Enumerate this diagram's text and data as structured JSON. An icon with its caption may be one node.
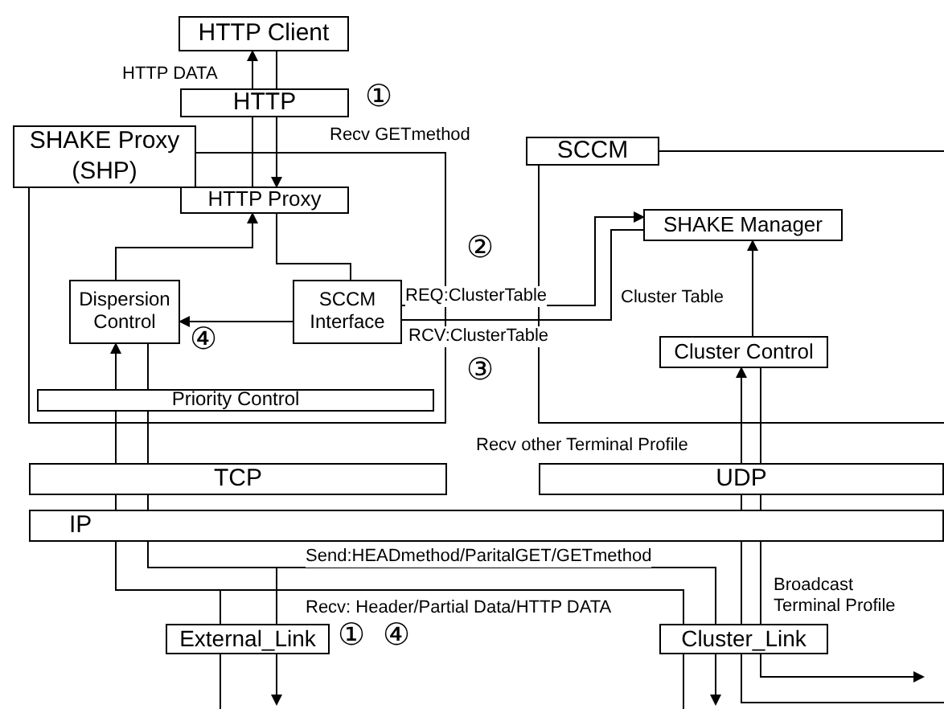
{
  "diagram": {
    "nodes": [
      {
        "text": [
          "HTTP Client"
        ]
      },
      {
        "text": [
          "HTTP"
        ]
      },
      {
        "text": [
          "SHAKE Proxy (SHP)"
        ]
      },
      {
        "text": [
          "HTTP Proxy"
        ],
        "in": 2
      },
      {
        "text": [
          "Dispersion Control"
        ],
        "in": 2
      },
      {
        "text": [
          "SCCM Interface"
        ],
        "in": 2
      },
      {
        "text": [
          "Priority Control"
        ],
        "in": 2
      },
      {
        "text": [
          "SCCM"
        ]
      },
      {
        "text": [
          "SHAKE Manager"
        ],
        "in": 7
      },
      {
        "text": [
          "Cluster Control"
        ],
        "in": 7
      },
      {
        "text": [
          "TCP"
        ]
      },
      {
        "text": [
          "UDP"
        ]
      },
      {
        "text": [
          "IP"
        ]
      },
      {
        "text": [
          "External_Link"
        ]
      },
      {
        "text": [
          "Cluster_Link"
        ]
      }
    ],
    "edges": [
      {
        "from": 3,
        "to": 1,
        "arrow": "none"
      },
      {
        "from": 1,
        "to": 0,
        "arrow": "to",
        "label": "HTTP DATA"
      },
      {
        "from": 0,
        "to": 1,
        "arrow": "none"
      },
      {
        "from": 1,
        "to": 3,
        "arrow": "to"
      },
      {
        "from": 3,
        "to": 5,
        "arrow": "none"
      },
      {
        "from": 4,
        "to": 3,
        "arrow": "to"
      },
      {
        "from": 5,
        "to": 4,
        "arrow": "to"
      },
      {
        "from": 5,
        "to": 8,
        "arrow": "to",
        "label": "REQ:ClusterTable"
      },
      {
        "from": 8,
        "to": 5,
        "arrow": "none",
        "label": "RCV:ClusterTable"
      },
      {
        "from": 9,
        "to": 8,
        "arrow": "to",
        "label": "Cluster Table"
      },
      {
        "from": 11,
        "to": 9,
        "arrow": "to",
        "label": "Recv other Terminal Profile"
      },
      {
        "from": 12,
        "to": 11,
        "arrow": "none"
      },
      {
        "from": 14,
        "to": 12,
        "arrow": "none"
      },
      {
        "from": null,
        "to": 14,
        "arrow": "none"
      },
      {
        "from": 9,
        "to": 11,
        "arrow": "none"
      },
      {
        "from": 11,
        "to": 12,
        "arrow": "none"
      },
      {
        "from": 12,
        "to": 14,
        "arrow": "none",
        "label": "Broadcast Terminal Profile"
      },
      {
        "from": 14,
        "to": null,
        "arrow": "to"
      },
      {
        "from": 4,
        "to": 6,
        "arrow": "none"
      },
      {
        "from": 6,
        "to": 10,
        "arrow": "none"
      },
      {
        "from": 10,
        "to": 12,
        "arrow": "none"
      },
      {
        "from": 12,
        "to": 13,
        "arrow": "none"
      },
      {
        "from": 12,
        "to": 14,
        "arrow": "none",
        "label": "Send:HEADmethod/ParitalGET/GETmethod"
      },
      {
        "from": 13,
        "to": null,
        "arrow": "to"
      },
      {
        "from": 14,
        "to": null,
        "arrow": "to"
      },
      {
        "from": null,
        "to": 13,
        "arrow": "none"
      },
      {
        "from": 13,
        "to": 12,
        "arrow": "none"
      },
      {
        "from": null,
        "to": 14,
        "arrow": "none"
      },
      {
        "from": 14,
        "to": 12,
        "arrow": "none",
        "label": "Recv: Header/Partial Data/HTTP DATA"
      },
      {
        "from": 12,
        "to": 10,
        "arrow": "none"
      },
      {
        "from": 10,
        "to": 6,
        "arrow": "none"
      },
      {
        "from": 6,
        "to": 4,
        "arrow": "to"
      }
    ],
    "labels": [
      "①",
      "Recv GETmethod",
      "②",
      "④",
      "③",
      "①",
      "④"
    ]
  }
}
